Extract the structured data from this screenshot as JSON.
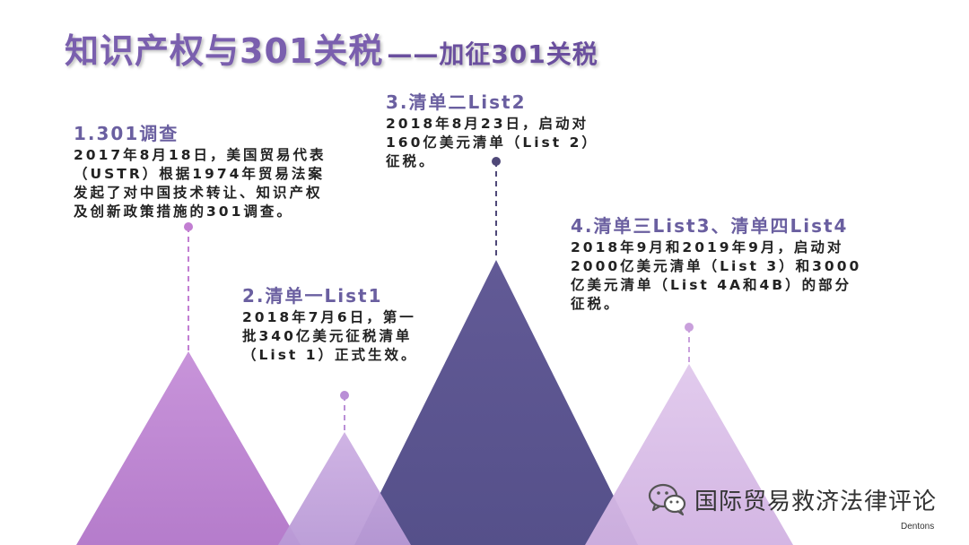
{
  "title": {
    "main": "知识产权与301关税",
    "sub": "——加征301关税"
  },
  "steps": [
    {
      "heading": "1.301调查",
      "lines": [
        "2017年8月18日，美国贸易代表",
        "（USTR）根据1974年贸易法案",
        "发起了对中国技术转让、知识产权",
        "及创新政策措施的301调查。"
      ]
    },
    {
      "heading": "2.清单一List1",
      "lines": [
        "2018年7月6日，第一",
        "批340亿美元征税清单",
        "（List 1）正式生效。"
      ]
    },
    {
      "heading": "3.清单二List2",
      "lines": [
        "2018年8月23日，启动对",
        "160亿美元清单（List 2）",
        "征税。"
      ]
    },
    {
      "heading": "4.清单三List3、清单四List4",
      "lines": [
        "2018年9月和2019年9月，启动对",
        "2000亿美元清单（List 3）和3000",
        "亿美元清单（List 4A和4B）的部分",
        "征税。"
      ]
    }
  ],
  "colors": {
    "title": "#7a5fae",
    "mountain1": "#c58ed6",
    "mountain2": "#c9a8df",
    "mountain3": "#5e5790",
    "mountain4": "#dcc1e8",
    "pin1": "#c27ed2",
    "pin2": "#b98ed6",
    "pin3": "#4f4878",
    "pin4": "#c9a0dc"
  },
  "watermark": {
    "icon": "wechat-icon",
    "text": "国际贸易救济法律评论"
  },
  "brand": "Dentons"
}
